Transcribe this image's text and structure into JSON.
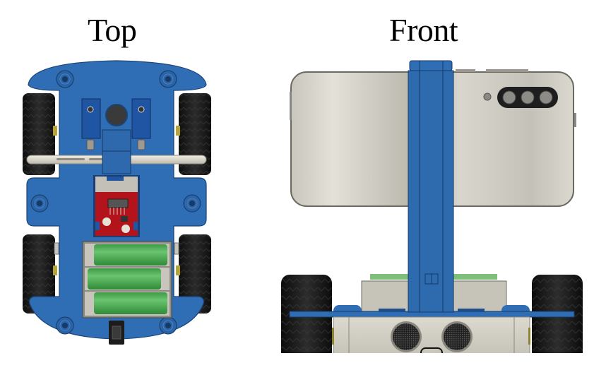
{
  "labels": {
    "top": "Top",
    "front": "Front"
  },
  "views": [
    {
      "id": "top",
      "title": "Top",
      "description": "Top view of 4-wheel robot car chassis",
      "components": [
        "blue-chassis-plate",
        "four-black-tires",
        "two-ir-sensor-modules",
        "round-sensor",
        "phone-holder-bar",
        "l298n-motor-driver",
        "3x-18650-battery-holder",
        "power-switch",
        "mounting-standoffs"
      ]
    },
    {
      "id": "front",
      "title": "Front",
      "description": "Front view of robot car with smartphone mounted on vertical holder",
      "components": [
        "smartphone-with-triple-camera",
        "blue-phone-holder",
        "black-tires",
        "blue-top-plate",
        "ultrasonic-sensor",
        "grey-base-plate"
      ]
    }
  ],
  "colors": {
    "chassis_blue": "#2f6db5",
    "chassis_blue_dark": "#1f4f8a",
    "tire_black": "#1c1c1c",
    "phone_silver": "#d6d4cb",
    "battery_green": "#4caf50",
    "driver_red": "#b3141b",
    "body_grey": "#cfccc2"
  }
}
